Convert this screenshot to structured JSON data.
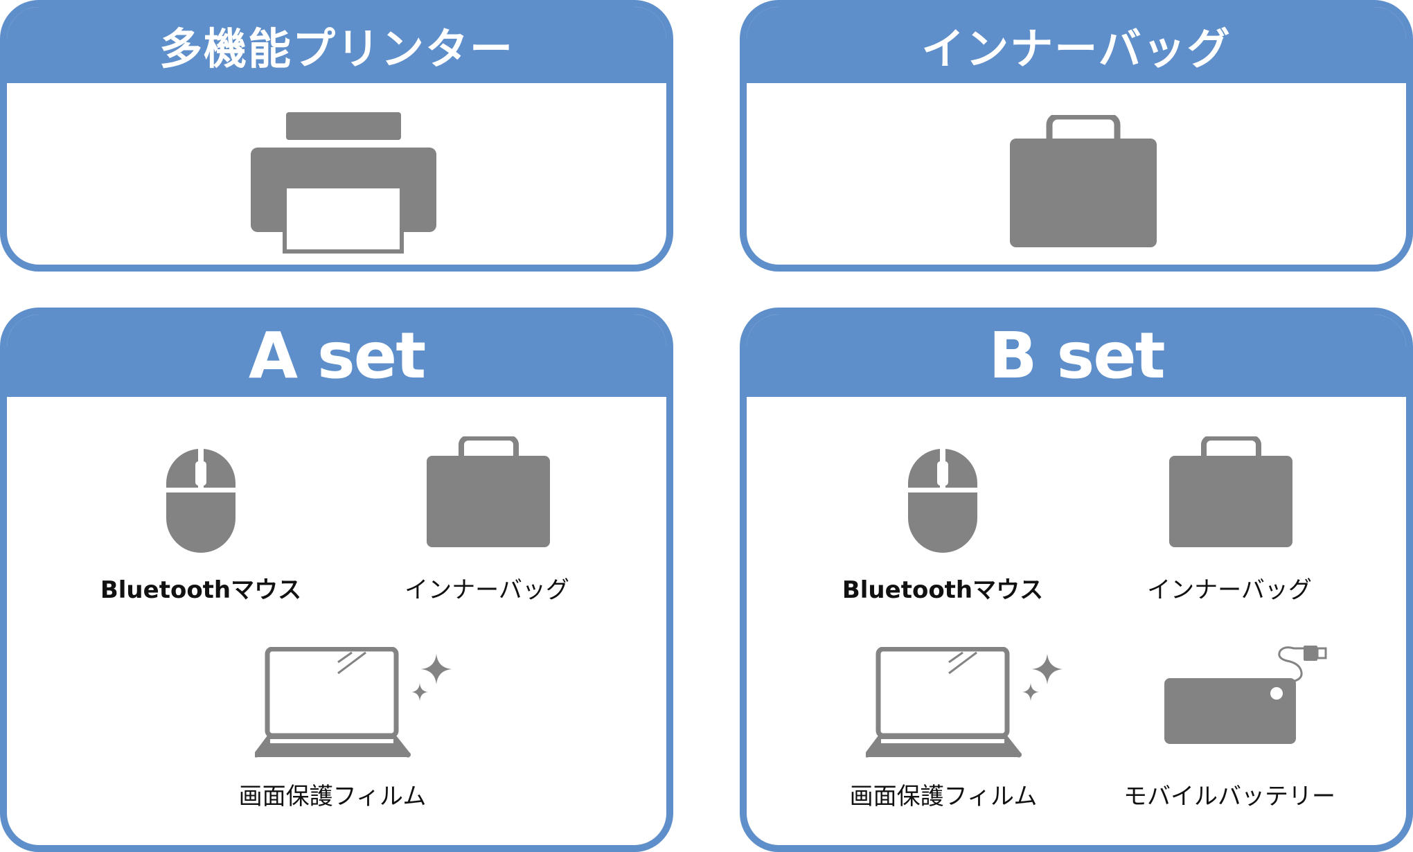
{
  "colors": {
    "accent": "#5f8fca",
    "icon_gray": "#838383",
    "text": "#111111",
    "header_text": "#ffffff"
  },
  "cards": [
    {
      "title": "多機能プリンター",
      "items": [
        {
          "icon": "printer-icon",
          "label": ""
        }
      ]
    },
    {
      "title": "インナーバッグ",
      "items": [
        {
          "icon": "bag-icon",
          "label": ""
        }
      ]
    },
    {
      "title": "A set",
      "items": [
        {
          "icon": "mouse-icon",
          "label": "Bluetoothマウス"
        },
        {
          "icon": "bag-icon",
          "label": "インナーバッグ"
        },
        {
          "icon": "laptop-sparkle-icon",
          "label": "画面保護フィルム"
        }
      ]
    },
    {
      "title": "B set",
      "items": [
        {
          "icon": "mouse-icon",
          "label": "Bluetoothマウス"
        },
        {
          "icon": "bag-icon",
          "label": "インナーバッグ"
        },
        {
          "icon": "laptop-sparkle-icon",
          "label": "画面保護フィルム"
        },
        {
          "icon": "mobile-battery-icon",
          "label": "モバイルバッテリー"
        }
      ]
    }
  ]
}
